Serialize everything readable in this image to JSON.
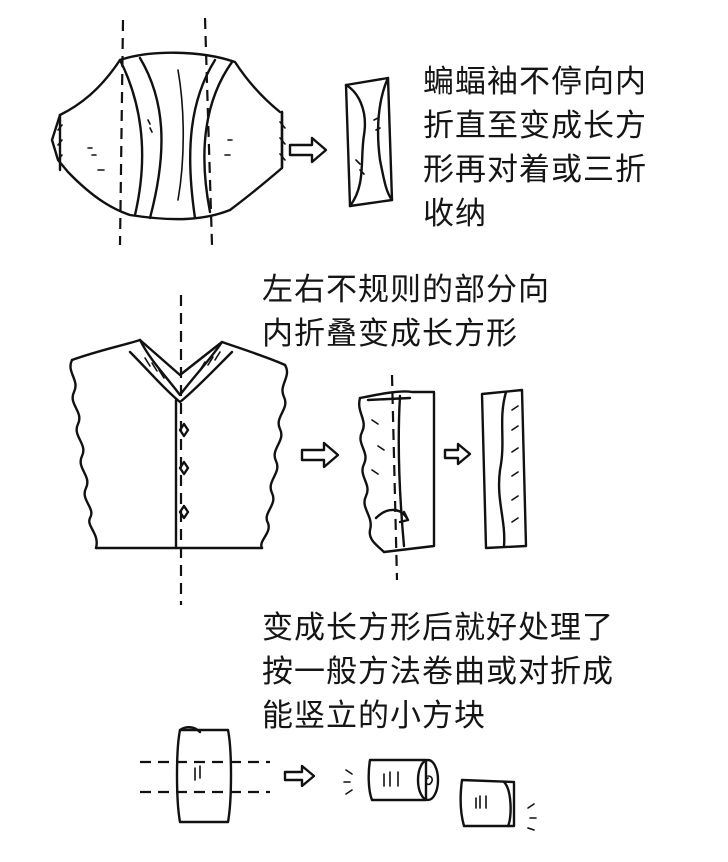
{
  "steps": [
    {
      "caption_lines": [
        "蝙蝠袖不停向内",
        "折直至变成长方",
        "形再对着或三折",
        "收纳"
      ]
    },
    {
      "caption_lines": [
        "左右不规则的部分向",
        "内折叠变成长方形"
      ]
    },
    {
      "caption_lines": [
        "变成长方形后就好处理了",
        "按一般方法卷曲或对折成",
        "能竖立的小方块"
      ]
    }
  ],
  "icons": [
    "right-arrow-icon"
  ]
}
